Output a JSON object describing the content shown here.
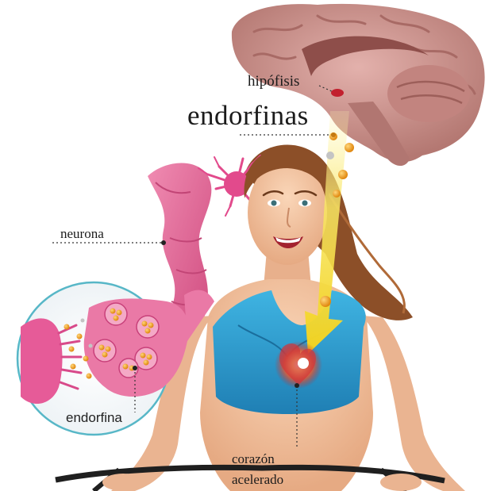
{
  "labels": {
    "hipofisis": "hipófisis",
    "endorfinas": "endorfinas",
    "neurona": "neurona",
    "endorfina": "endorfina",
    "corazon_line1": "corazón",
    "corazon_line2": "acelerado"
  },
  "colors": {
    "brain": "#c88f8a",
    "neuron": "#e36b96",
    "skin": "#f2c3a0",
    "hair": "#9a5a2e",
    "top": "#2f9fd1",
    "arrow": "#f6e25a",
    "molecule": "#f3a21e"
  },
  "icons": [
    "brain-illustration",
    "neuron-illustration",
    "woman-illustration",
    "heart-glow",
    "yellow-arrow",
    "synapse-magnifier"
  ]
}
